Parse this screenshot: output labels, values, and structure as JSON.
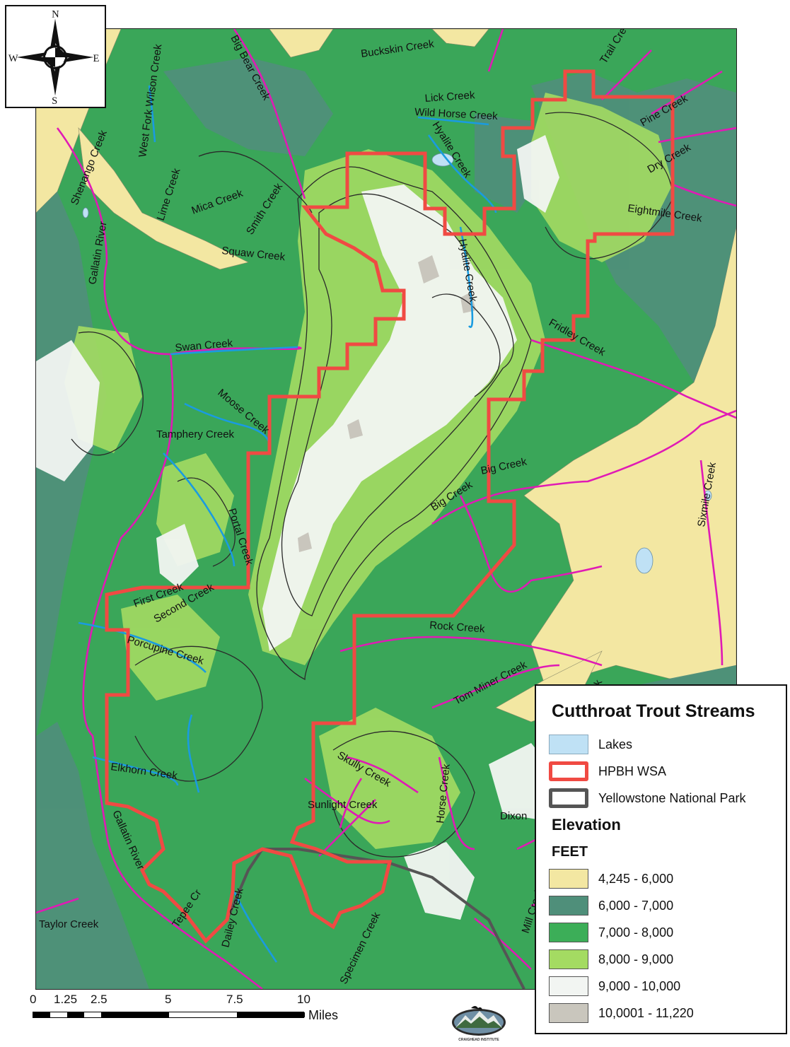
{
  "compass": {
    "north": "N",
    "south": "S",
    "east": "E",
    "west": "W"
  },
  "colors": {
    "elev_4245_6000": "#f3e7a2",
    "elev_6000_7000": "#4f8f7a",
    "elev_7000_8000": "#3cae58",
    "elev_8000_9000": "#a4db62",
    "elev_9000_10000": "#f2f5f2",
    "elev_10001_11220": "#c9c6bd",
    "streams": "#e01ab5",
    "cutthroat_streams": "#1a9be0",
    "wsa_boundary": "#f04a43",
    "park_boundary": "#555555",
    "lakes": "#bfe1f5",
    "contours": "#2a2a2a"
  },
  "streams": {
    "big_bear_creek": "Big Bear Creek",
    "buckskin_creek": "Buckskin Creek",
    "trail_creek": "Trail Creek",
    "west_fork_wilson_creek": "West Fork Wilson Creek",
    "lick_creek": "Lick Creek",
    "wild_horse_creek": "Wild Horse Creek",
    "pine_creek": "Pine Creek",
    "shenango_creek": "Shenango Creek",
    "hyalite_creek_north": "Hyalite Creek",
    "dry_creek": "Dry Creek",
    "lime_creek": "Lime Creek",
    "mica_creek": "Mica Creek",
    "smith_creek": "Smith Creek",
    "eightmile_creek": "Eightmile Creek",
    "gallatin_river_north": "Gallatin River",
    "squaw_creek": "Squaw Creek",
    "hyalite_creek_south": "Hyalite Creek",
    "fridley_creek": "Fridley Creek",
    "swan_creek": "Swan Creek",
    "moose_creek": "Moose Creek",
    "tamphery_creek": "Tamphery Creek",
    "big_creek_east": "Big Creek",
    "big_creek_west": "Big Creek",
    "sixmile_creek": "Sixmile Creek",
    "portal_creek": "Portal Creek",
    "first_creek": "First Creek",
    "second_creek": "Second Creek",
    "rock_creek": "Rock Creek",
    "porcupine_creek": "Porcupine Creek",
    "tom_miner_creek": "Tom Miner Creek",
    "partial_label": "k",
    "skully_creek": "Skully Creek",
    "elkhorn_creek": "Elkhorn Creek",
    "horse_creek": "Horse Creek",
    "sunlight_creek": "Sunlight Creek",
    "dixon_partial": "Dixon",
    "gallatin_river_south": "Gallatin River",
    "tepee_cr": "Tepee Cr",
    "dailey_creek": "Dailey Creek",
    "mill_creek_partial": "Mill Creek",
    "taylor_creek": "Taylor Creek",
    "specimen_creek": "Specimen Creek"
  },
  "legend": {
    "title": "Cutthroat Trout Streams",
    "lakes": "Lakes",
    "wsa": "HPBH WSA",
    "park": "Yellowstone National Park",
    "elevation_heading": "Elevation",
    "units_heading": "FEET",
    "ranges": [
      "4,245 - 6,000",
      "6,000 - 7,000",
      "7,000 - 8,000",
      "8,000 - 9,000",
      "9,000 - 10,000",
      "10,0001 - 11,220"
    ]
  },
  "scalebar": {
    "ticks": [
      "0",
      "1.25",
      "2.5",
      "5",
      "7.5",
      "10"
    ],
    "units": "Miles"
  },
  "logo": {
    "text": "CRAIGHEAD INSTITUTE"
  }
}
